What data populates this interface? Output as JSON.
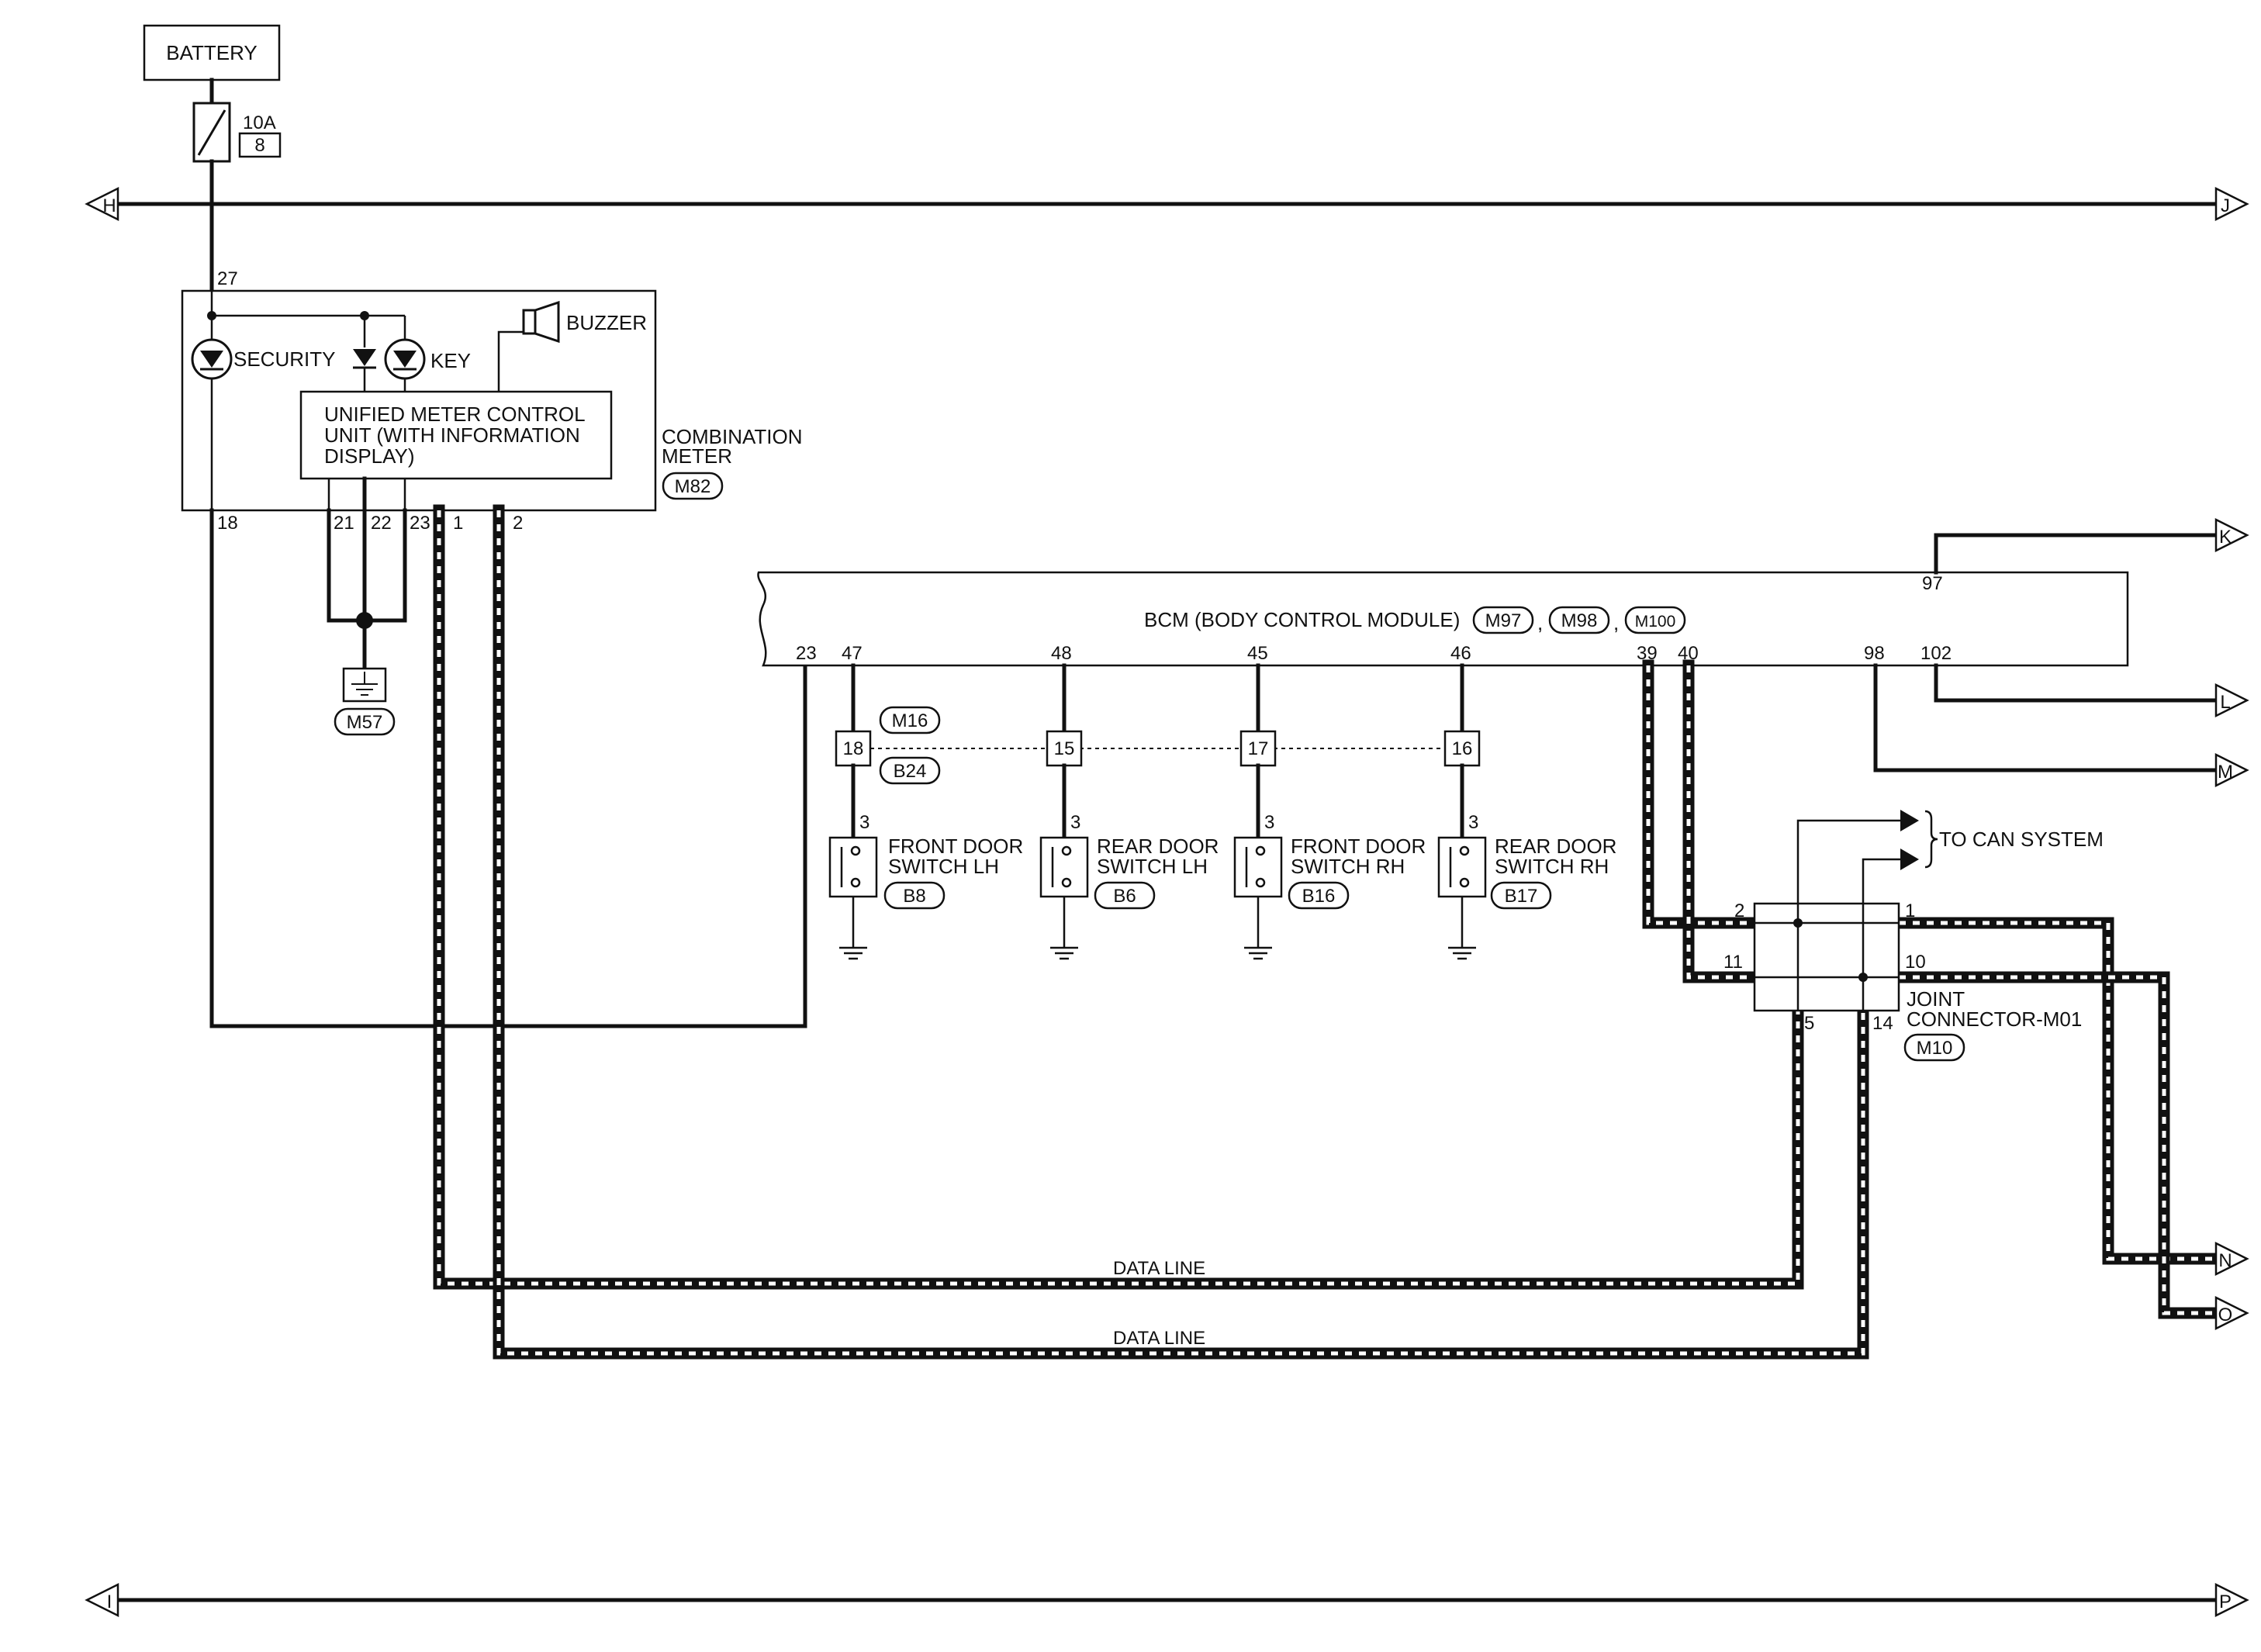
{
  "battery": {
    "label": "BATTERY"
  },
  "fuse": {
    "amp": "10A",
    "number": "8"
  },
  "offpage": {
    "h": "H",
    "j": "J",
    "k": "K",
    "l": "L",
    "m": "M",
    "n": "N",
    "o": "O",
    "i": "I",
    "p": "P"
  },
  "combination_meter": {
    "label_line1": "COMBINATION",
    "label_line2": "METER",
    "connector": "M82",
    "security": "SECURITY",
    "key": "KEY",
    "buzzer": "BUZZER",
    "unit_line1": "UNIFIED METER CONTROL",
    "unit_line2": "UNIT (WITH INFORMATION",
    "unit_line3": "DISPLAY)",
    "pins": {
      "p27": "27",
      "p18": "18",
      "p21": "21",
      "p22": "22",
      "p23": "23",
      "p1": "1",
      "p2": "2"
    }
  },
  "ground_meter": {
    "connector": "M57"
  },
  "bcm": {
    "label": "BCM (BODY CONTROL MODULE)",
    "connectors": [
      "M97",
      "M98",
      "M100"
    ],
    "separator": ",",
    "pins": {
      "p23": "23",
      "p47": "47",
      "p48": "48",
      "p45": "45",
      "p46": "46",
      "p39": "39",
      "p40": "40",
      "p98": "98",
      "p102": "102",
      "p97": "97"
    }
  },
  "harness_connector": {
    "top": "M16",
    "bottom": "B24",
    "pins": [
      "18",
      "15",
      "17",
      "16"
    ]
  },
  "door_switches": [
    {
      "line1": "FRONT DOOR",
      "line2": "SWITCH LH",
      "connector": "B8",
      "pin": "3"
    },
    {
      "line1": "REAR DOOR",
      "line2": "SWITCH LH",
      "connector": "B6",
      "pin": "3"
    },
    {
      "line1": "FRONT DOOR",
      "line2": "SWITCH RH",
      "connector": "B16",
      "pin": "3"
    },
    {
      "line1": "REAR DOOR",
      "line2": "SWITCH RH",
      "connector": "B17",
      "pin": "3"
    }
  ],
  "joint_connector": {
    "line1": "JOINT",
    "line2": "CONNECTOR-M01",
    "connector": "M10",
    "pins": {
      "p2": "2",
      "p1": "1",
      "p11": "11",
      "p10": "10",
      "p5": "5",
      "p14": "14"
    },
    "can_label": "TO CAN SYSTEM"
  },
  "data_lines": {
    "upper": "DATA LINE",
    "lower": "DATA LINE"
  }
}
